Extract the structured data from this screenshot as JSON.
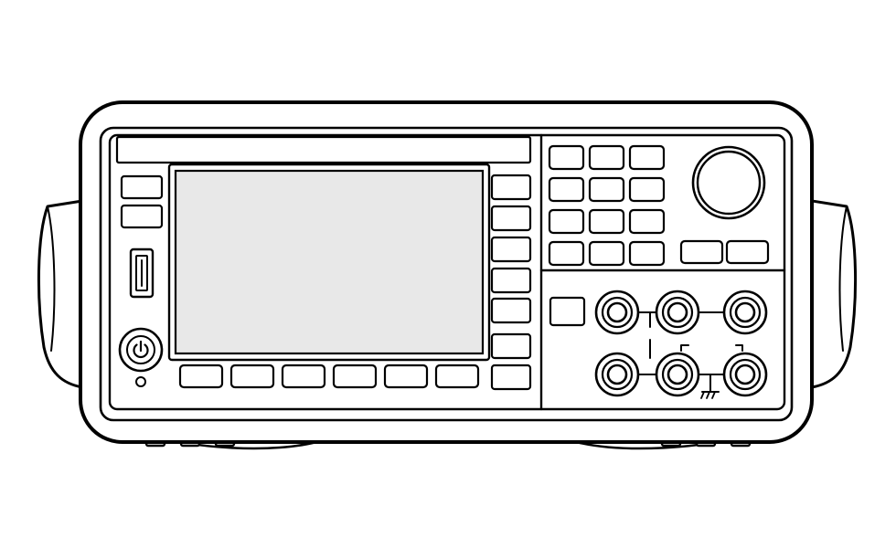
{
  "instrument": {
    "colors": {
      "outline": "#000000",
      "display_fill": "#e8e8e8",
      "panel_fill": "#ffffff"
    },
    "icons": {
      "power": "power-icon",
      "usb": "usb-port-icon",
      "ground": "ground-icon",
      "knob": "rotary-knob-icon"
    },
    "layout": {
      "left_function_buttons": 2,
      "softkeys_bottom": 6,
      "softkeys_right": 7,
      "keypad_rows": 4,
      "keypad_columns": 3,
      "wide_right_keys": 2,
      "output_jacks": 6
    }
  }
}
